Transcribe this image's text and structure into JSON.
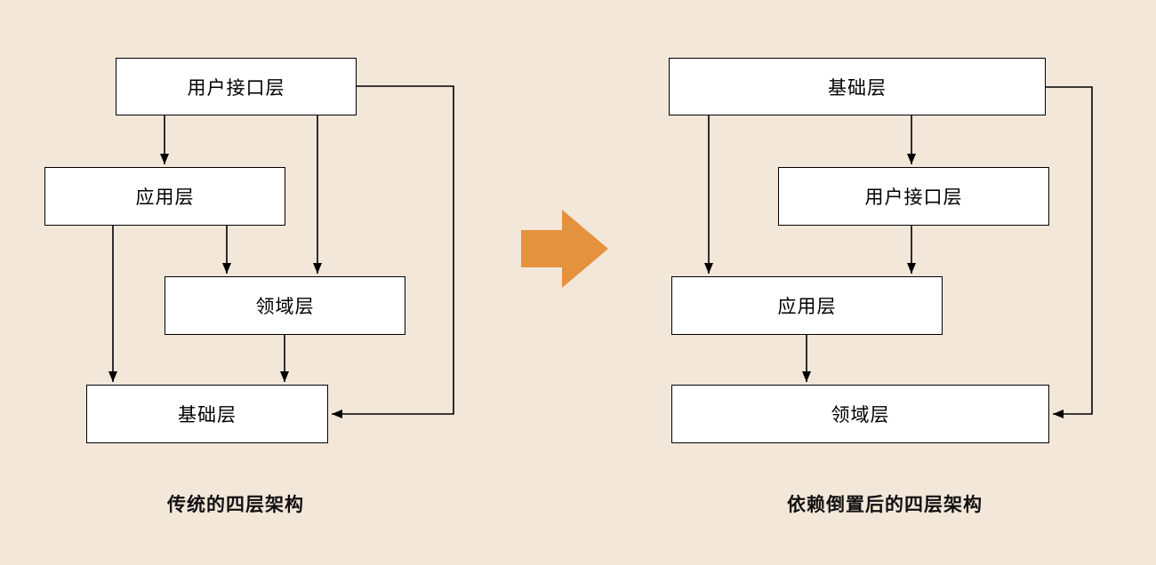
{
  "background_color": "#f3e7da",
  "transform_arrow_color": "#e5923f",
  "left_diagram": {
    "caption": "传统的四层架构",
    "boxes": [
      {
        "label": "用户接口层"
      },
      {
        "label": "应用层"
      },
      {
        "label": "领域层"
      },
      {
        "label": "基础层"
      }
    ],
    "edges": [
      {
        "from": "用户接口层",
        "to": "应用层"
      },
      {
        "from": "用户接口层",
        "to": "领域层"
      },
      {
        "from": "用户接口层",
        "to": "基础层"
      },
      {
        "from": "应用层",
        "to": "领域层"
      },
      {
        "from": "应用层",
        "to": "基础层"
      },
      {
        "from": "领域层",
        "to": "基础层"
      }
    ]
  },
  "right_diagram": {
    "caption": "依赖倒置后的四层架构",
    "boxes": [
      {
        "label": "基础层"
      },
      {
        "label": "用户接口层"
      },
      {
        "label": "应用层"
      },
      {
        "label": "领域层"
      }
    ],
    "edges": [
      {
        "from": "基础层",
        "to": "用户接口层"
      },
      {
        "from": "基础层",
        "to": "应用层"
      },
      {
        "from": "基础层",
        "to": "领域层"
      },
      {
        "from": "用户接口层",
        "to": "应用层"
      },
      {
        "from": "应用层",
        "to": "领域层"
      }
    ]
  }
}
